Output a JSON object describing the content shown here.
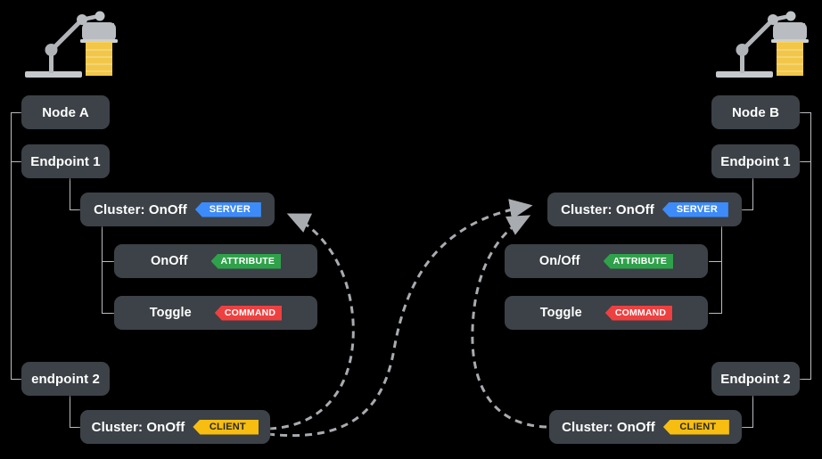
{
  "diagram": {
    "background": "#000000",
    "box_color": "#3c4247",
    "line_color": "#b9bcc0",
    "arrow_color": "#a8abaf"
  },
  "badges": {
    "server": {
      "text": "SERVER",
      "color": "#3d8bf8"
    },
    "client": {
      "text": "CLIENT",
      "color": "#f7bd10"
    },
    "attribute": {
      "text": "ATTRIBUTE",
      "color": "#2fa14a"
    },
    "command": {
      "text": "COMMAND",
      "color": "#ef4040"
    }
  },
  "left": {
    "icon": "desk-lamp-icon",
    "node": "Node A",
    "endpoint1": "Endpoint 1",
    "endpoint2": "endpoint 2",
    "cluster_server": "Cluster: OnOff",
    "attribute_row": "OnOff",
    "command_row": "Toggle",
    "cluster_client": "Cluster: OnOff"
  },
  "right": {
    "icon": "desk-lamp-icon",
    "node": "Node B",
    "endpoint1": "Endpoint 1",
    "endpoint2": "Endpoint 2",
    "cluster_server": "Cluster: OnOff",
    "attribute_row": "On/Off",
    "command_row": "Toggle",
    "cluster_client": "Cluster: OnOff"
  },
  "connections": [
    {
      "name": "left-client-to-left-server",
      "style": "dashed",
      "arrow": "left"
    },
    {
      "name": "left-client-to-right-server",
      "style": "dashed",
      "arrow": "right"
    },
    {
      "name": "right-client-to-right-server",
      "style": "dashed",
      "arrow": "right"
    }
  ]
}
